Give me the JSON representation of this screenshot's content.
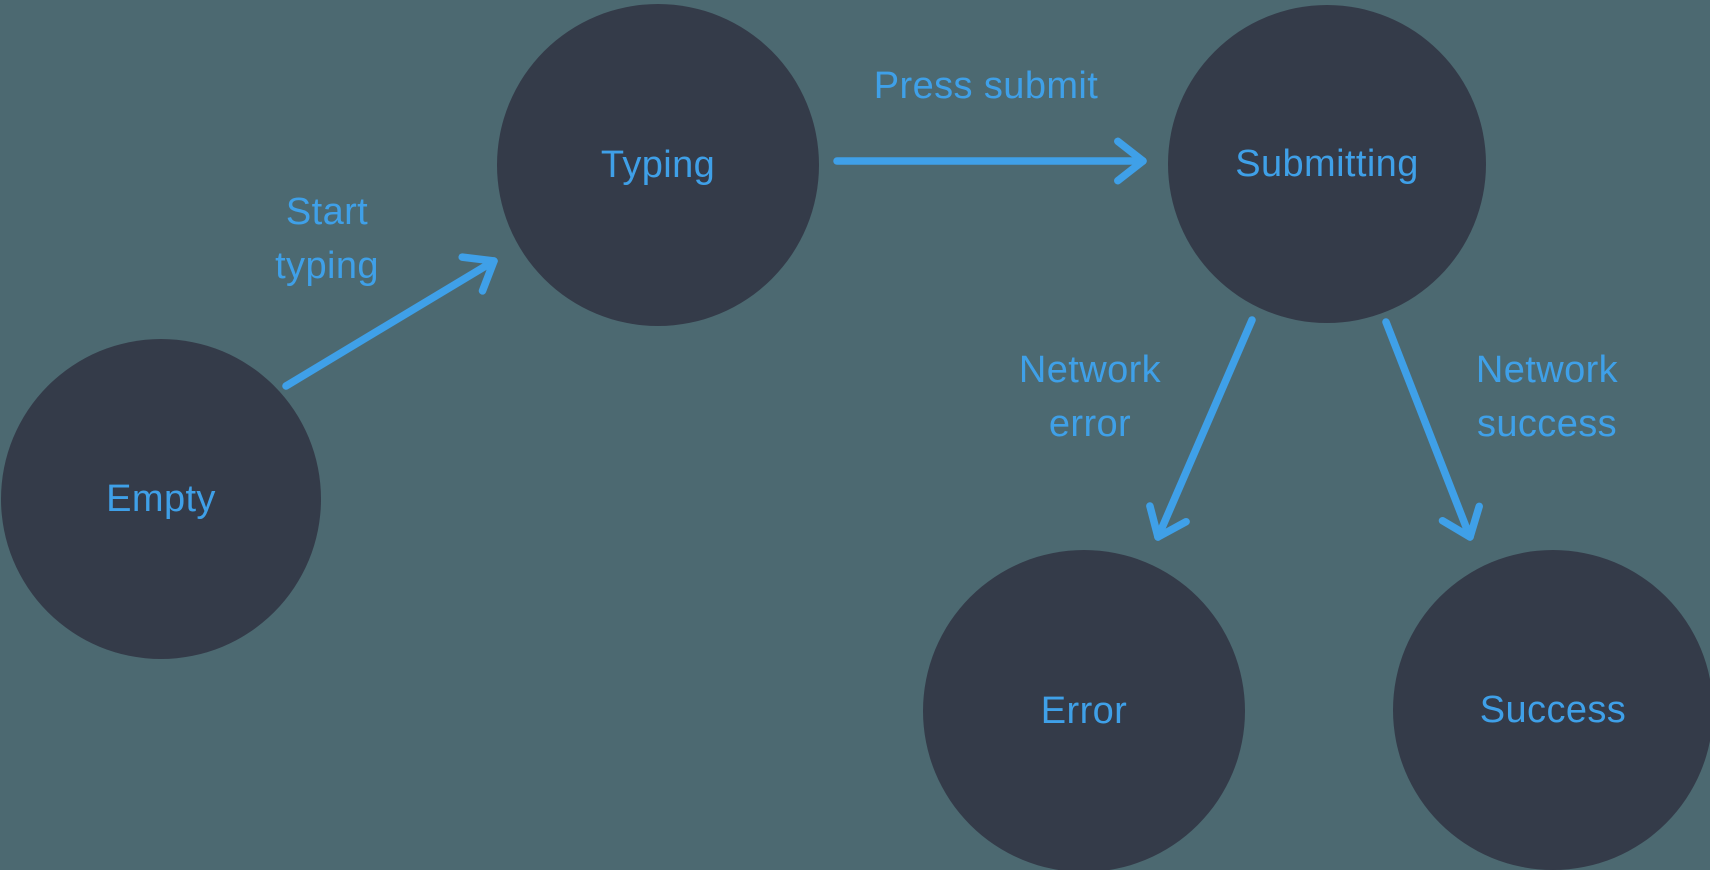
{
  "colors": {
    "background": "#4C6971",
    "node_fill": "#343B49",
    "accent": "#3FA0E8"
  },
  "diagram": {
    "type": "state-machine",
    "nodes": [
      {
        "id": "empty",
        "label": "Empty"
      },
      {
        "id": "typing",
        "label": "Typing"
      },
      {
        "id": "submitting",
        "label": "Submitting"
      },
      {
        "id": "error",
        "label": "Error"
      },
      {
        "id": "success",
        "label": "Success"
      }
    ],
    "edges": [
      {
        "id": "start-typing",
        "from": "empty",
        "to": "typing",
        "label_lines": [
          "Start",
          "typing"
        ]
      },
      {
        "id": "press-submit",
        "from": "typing",
        "to": "submitting",
        "label_lines": [
          "Press submit"
        ]
      },
      {
        "id": "network-error",
        "from": "submitting",
        "to": "error",
        "label_lines": [
          "Network",
          "error"
        ]
      },
      {
        "id": "network-success",
        "from": "submitting",
        "to": "success",
        "label_lines": [
          "Network",
          "success"
        ]
      }
    ]
  }
}
